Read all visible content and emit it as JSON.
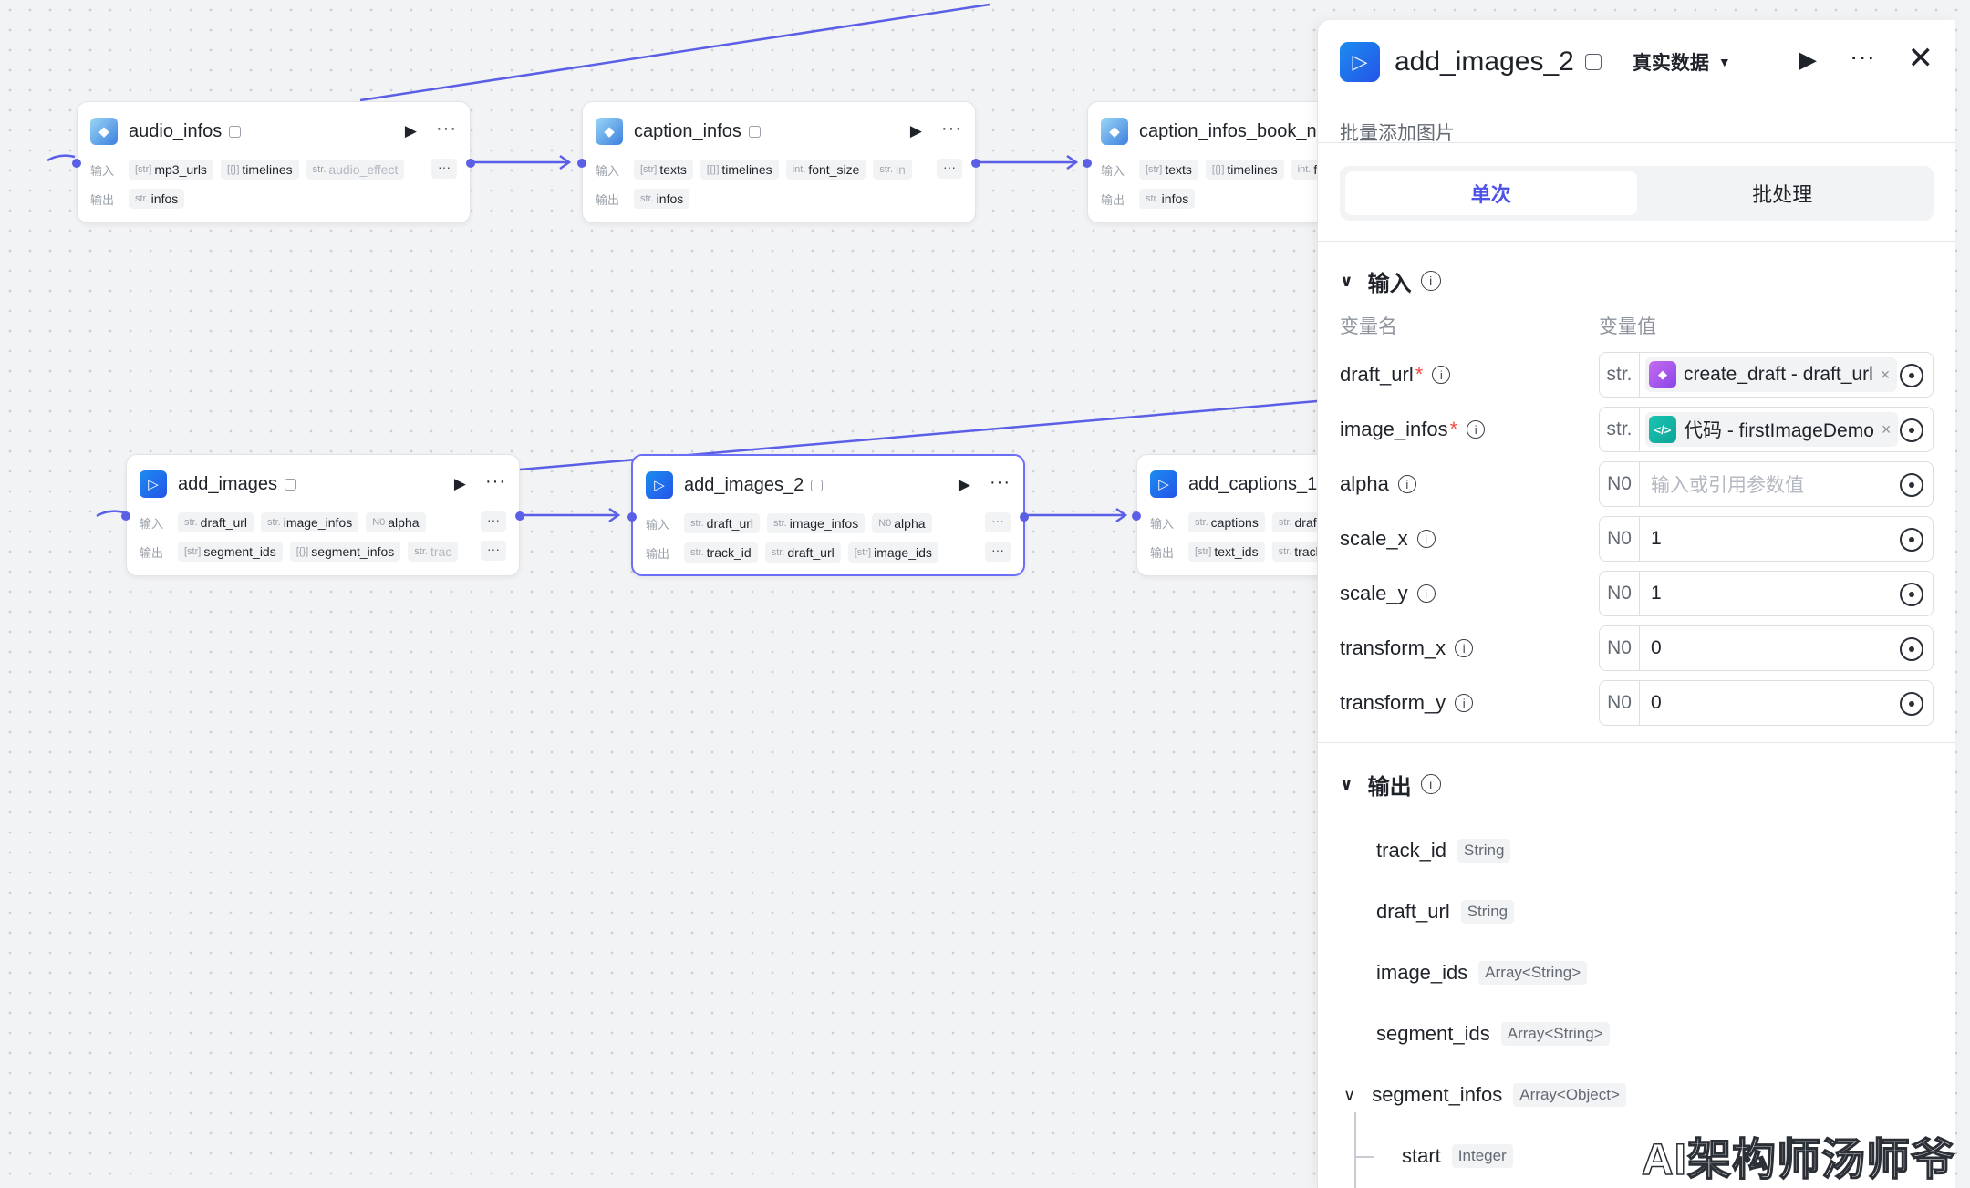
{
  "colors": {
    "accent": "#4d53e8",
    "edge": "#5b5fe6",
    "required": "#f54a45"
  },
  "labels": {
    "input": "输入",
    "output": "输出"
  },
  "nodes": {
    "audio_infos": {
      "title": "audio_infos",
      "icon": "cube-icon",
      "inputs": [
        {
          "t": "[str]",
          "name": "mp3_urls"
        },
        {
          "t": "[{}]",
          "name": "timelines"
        },
        {
          "t": "str.",
          "name": "audio_effect"
        }
      ],
      "outputs": [
        {
          "t": "str.",
          "name": "infos"
        }
      ]
    },
    "caption_infos": {
      "title": "caption_infos",
      "icon": "cube-icon",
      "inputs": [
        {
          "t": "[str]",
          "name": "texts"
        },
        {
          "t": "[{}]",
          "name": "timelines"
        },
        {
          "t": "int.",
          "name": "font_size"
        },
        {
          "t": "str.",
          "name": "in"
        }
      ],
      "outputs": [
        {
          "t": "str.",
          "name": "infos"
        }
      ]
    },
    "caption_infos_book": {
      "title": "caption_infos_book_n",
      "icon": "cube-icon",
      "inputs": [
        {
          "t": "[str]",
          "name": "texts"
        },
        {
          "t": "[{}]",
          "name": "timelines"
        },
        {
          "t": "int.",
          "name": "f"
        }
      ],
      "outputs": [
        {
          "t": "str.",
          "name": "infos"
        }
      ]
    },
    "add_images": {
      "title": "add_images",
      "icon": "play-icon",
      "inputs": [
        {
          "t": "str.",
          "name": "draft_url"
        },
        {
          "t": "str.",
          "name": "image_infos"
        },
        {
          "t": "N0",
          "name": "alpha"
        }
      ],
      "outputs": [
        {
          "t": "[str]",
          "name": "segment_ids"
        },
        {
          "t": "[{}]",
          "name": "segment_infos"
        },
        {
          "t": "str.",
          "name": "trac"
        }
      ]
    },
    "add_images_2": {
      "title": "add_images_2",
      "icon": "play-icon",
      "inputs": [
        {
          "t": "str.",
          "name": "draft_url"
        },
        {
          "t": "str.",
          "name": "image_infos"
        },
        {
          "t": "N0",
          "name": "alpha"
        }
      ],
      "outputs": [
        {
          "t": "str.",
          "name": "track_id"
        },
        {
          "t": "str.",
          "name": "draft_url"
        },
        {
          "t": "[str]",
          "name": "image_ids"
        }
      ]
    },
    "add_captions_1": {
      "title": "add_captions_1",
      "icon": "play-icon",
      "inputs": [
        {
          "t": "str.",
          "name": "captions"
        },
        {
          "t": "str.",
          "name": "draf"
        }
      ],
      "outputs": [
        {
          "t": "[str]",
          "name": "text_ids"
        },
        {
          "t": "str.",
          "name": "track"
        }
      ]
    }
  },
  "panel": {
    "title": "add_images_2",
    "mode": "真实数据",
    "description": "批量添加图片",
    "tabs": [
      "单次",
      "批处理"
    ],
    "input_section": "输入",
    "output_section": "输出",
    "col_name": "变量名",
    "col_value": "变量值",
    "params": [
      {
        "name": "draft_url",
        "required": true,
        "type": "str.",
        "ref_icon": "cube-icon",
        "ref": "create_draft - draft_url"
      },
      {
        "name": "image_infos",
        "required": true,
        "type": "str.",
        "ref_icon": "code-icon",
        "ref": "代码 - firstImageDemo"
      },
      {
        "name": "alpha",
        "required": false,
        "type": "N0",
        "placeholder": "输入或引用参数值"
      },
      {
        "name": "scale_x",
        "required": false,
        "type": "N0",
        "value": "1"
      },
      {
        "name": "scale_y",
        "required": false,
        "type": "N0",
        "value": "1"
      },
      {
        "name": "transform_x",
        "required": false,
        "type": "N0",
        "value": "0"
      },
      {
        "name": "transform_y",
        "required": false,
        "type": "N0",
        "value": "0"
      }
    ],
    "outputs": [
      {
        "name": "track_id",
        "type": "String"
      },
      {
        "name": "draft_url",
        "type": "String"
      },
      {
        "name": "image_ids",
        "type": "Array<String>"
      },
      {
        "name": "segment_ids",
        "type": "Array<String>"
      },
      {
        "name": "segment_infos",
        "type": "Array<Object>"
      },
      {
        "name": "start",
        "type": "Integer"
      }
    ]
  },
  "watermark": "AI架构师汤师爷"
}
